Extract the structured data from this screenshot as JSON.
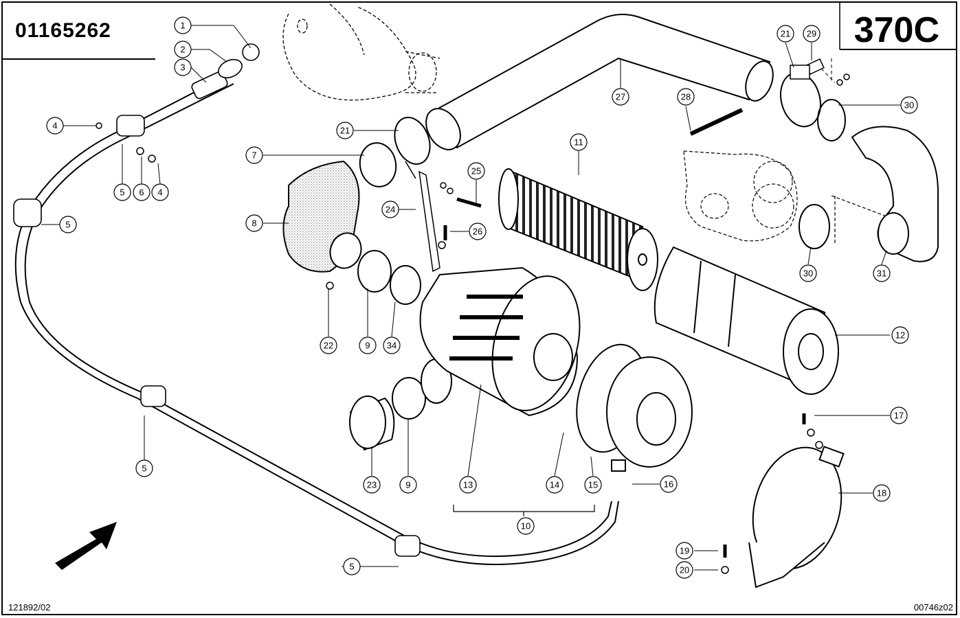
{
  "header": {
    "part_number": "01165262",
    "model": "370C"
  },
  "footer": {
    "left_ref": "121892/02",
    "right_ref": "00746z02"
  },
  "callouts": [
    "1",
    "2",
    "3",
    "4",
    "4",
    "5",
    "6",
    "5",
    "5",
    "5",
    "5",
    "7",
    "8",
    "9",
    "9",
    "10",
    "11",
    "12",
    "13",
    "14",
    "15",
    "16",
    "17",
    "18",
    "19",
    "20",
    "21",
    "21",
    "22",
    "23",
    "24",
    "25",
    "26",
    "27",
    "28",
    "29",
    "30",
    "30",
    "31",
    "34"
  ]
}
